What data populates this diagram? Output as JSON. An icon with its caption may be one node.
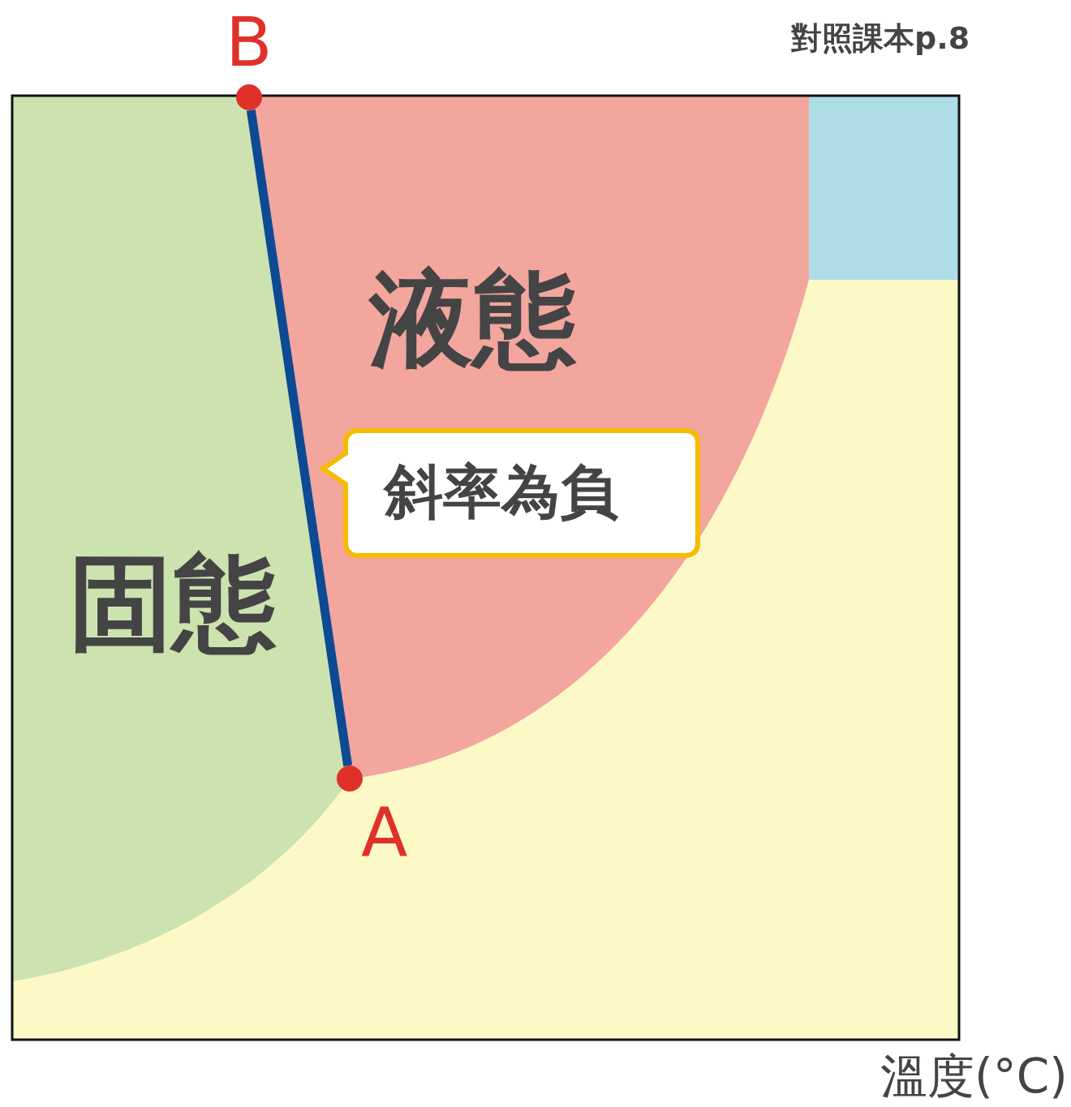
{
  "diagram": {
    "nodes": [
      {
        "text": [],
        "shape": "circle",
        "beside": [
          "B"
        ]
      },
      {
        "text": [
          "液態"
        ]
      },
      {
        "text": [
          "斜率為負"
        ]
      },
      {
        "text": [
          "固態"
        ]
      },
      {
        "text": [],
        "shape": "circle",
        "beside": [
          "A"
        ]
      }
    ],
    "edges": [
      {
        "from": 0,
        "to": 4,
        "arrow": "none",
        "color": "#0d4a94"
      }
    ],
    "labels": [
      "對照課本p.8",
      "溫度(°C)"
    ]
  }
}
